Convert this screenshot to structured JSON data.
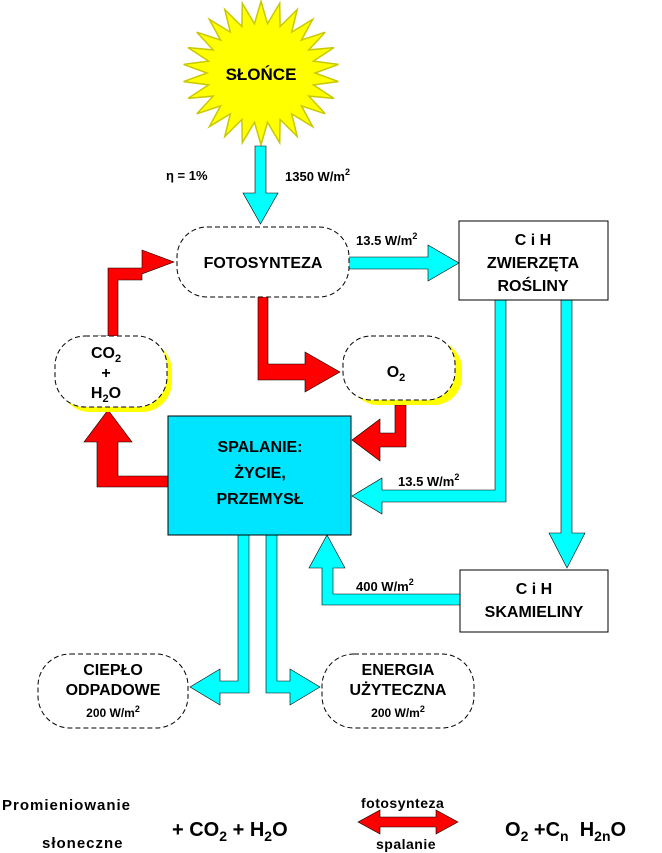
{
  "colors": {
    "sun_fill": "#ffff00",
    "sun_stroke": "#c8c800",
    "flow_cyan": "#00ffff",
    "flow_red": "#ff0000",
    "process_box_fill": "#00e5ff",
    "shadow_yellow": "#ffff00"
  },
  "diagram": {
    "sun_label": "SŁOŃCE",
    "efficiency": "η = 1%",
    "solar_input": {
      "value": "1350 W/m",
      "sup": "2"
    },
    "photosynthesis": "FOTOSYNTEZA",
    "photo_output": {
      "value": "13.5 W/m",
      "sup": "2"
    },
    "biomass": {
      "line1": "C i H",
      "line2": "ZWIERZĘTA",
      "line3": "ROŚLINY"
    },
    "co2_h2o": {
      "co": "CO",
      "co_sub": "2",
      "plus": "+",
      "h": "H",
      "h_sub": "2",
      "o": "O"
    },
    "oxygen": {
      "o": "O",
      "sub": "2"
    },
    "combustion": {
      "line1": "SPALANIE:",
      "line2": "ŻYCIE,",
      "line3": "PRZEMYSŁ"
    },
    "biomass_to_combustion": {
      "value": "13.5 W/m",
      "sup": "2"
    },
    "fossil_fuels": {
      "line1": "C i H",
      "line2": "SKAMIELINY"
    },
    "fossil_to_combustion": {
      "value": "400 W/m",
      "sup": "2"
    },
    "waste_heat": {
      "line1": "CIEPŁO",
      "line2": "ODPADOWE",
      "value": "200 W/m",
      "sup": "2"
    },
    "useful_energy": {
      "line1": "ENERGIA",
      "line2": "UŻYTECZNA",
      "value": "200 W/m",
      "sup": "2"
    }
  },
  "equation": {
    "solar_line1": "Promieniowanie",
    "solar_line2": "słoneczne",
    "reactants": {
      "plus1": "+ CO",
      "co2_sub": "2",
      "plus2": " + H",
      "h2o_sub": "2",
      "o": "O"
    },
    "arrow_top": "fotosynteza",
    "arrow_bottom": "spalanie",
    "products": {
      "o": "O",
      "o2_sub": "2",
      "plus": " +C",
      "cn_sub": "n",
      "h": "  H",
      "h2n_sub": "2n",
      "o2": "O"
    }
  }
}
